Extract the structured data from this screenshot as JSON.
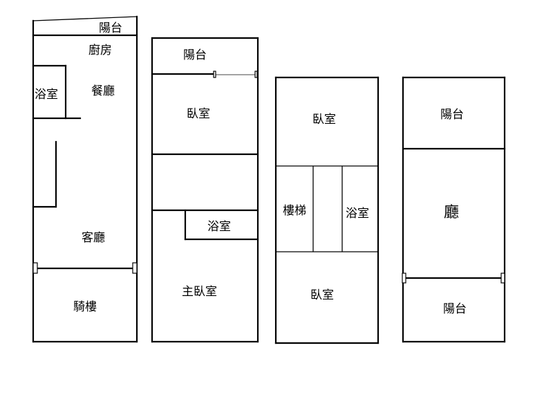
{
  "floor_1": {
    "balcony": "陽台",
    "kitchen": "廚房",
    "dining": "餐廳",
    "bathroom": "浴室",
    "living": "客廳",
    "arcade": "騎樓"
  },
  "floor_2": {
    "balcony": "陽台",
    "bedroom": "臥室",
    "bathroom": "浴室",
    "master_bedroom": "主臥室"
  },
  "floor_3": {
    "bedroom_top": "臥室",
    "stairs": "樓梯",
    "bathroom": "浴室",
    "bedroom_bottom": "臥室"
  },
  "floor_4": {
    "balcony_top": "陽台",
    "hall": "廳",
    "balcony_bottom": "陽台"
  },
  "colors": {
    "line": "#000000",
    "background": "#ffffff"
  }
}
